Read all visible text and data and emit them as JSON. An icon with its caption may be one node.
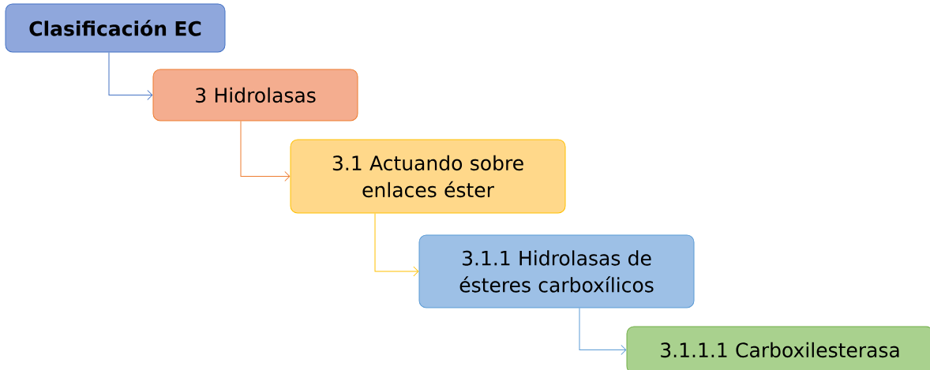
{
  "diagram": {
    "nodes": [
      {
        "text": [
          "Clasificación EC"
        ]
      },
      {
        "text": [
          "3 Hidrolasas"
        ]
      },
      {
        "text": [
          "3.1 Actuando sobre enlaces éster"
        ]
      },
      {
        "text": [
          "3.1.1 Hidrolasas de ésteres carboxílicos"
        ]
      },
      {
        "text": [
          "3.1.1.1 Carboxilesterasa"
        ]
      }
    ],
    "edges": [
      {
        "from": 0,
        "to": 1,
        "arrow": "to",
        "color": "#4472c4"
      },
      {
        "from": 1,
        "to": 2,
        "arrow": "to",
        "color": "#ed7d31"
      },
      {
        "from": 2,
        "to": 3,
        "arrow": "to",
        "color": "#ffc000"
      },
      {
        "from": 3,
        "to": 4,
        "arrow": "to",
        "color": "#5b9bd5"
      }
    ]
  }
}
